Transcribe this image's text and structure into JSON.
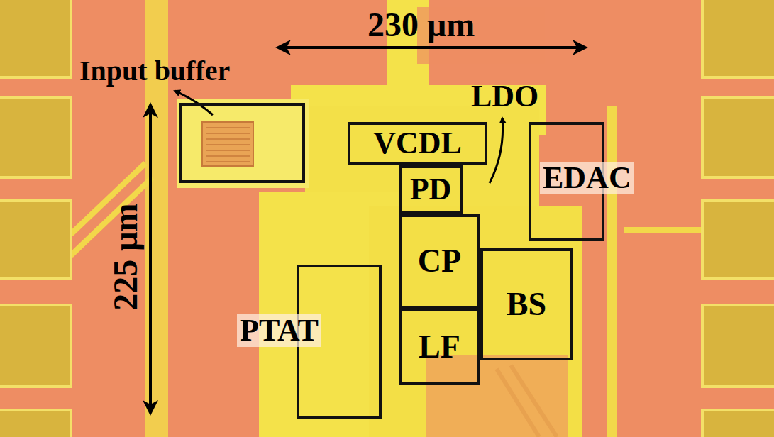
{
  "diagram": {
    "nodes": [
      {
        "text": [
          "Input buffer"
        ]
      },
      {
        "text": [
          "VCDL"
        ]
      },
      {
        "text": [
          "PD"
        ]
      },
      {
        "text": [
          "EDAC"
        ]
      },
      {
        "text": [
          "CP"
        ]
      },
      {
        "text": [
          "BS"
        ]
      },
      {
        "text": [
          "PTAT"
        ]
      },
      {
        "text": [
          "LF"
        ]
      }
    ],
    "labels": [
      "230 μm",
      "225 μm",
      "LDO"
    ]
  }
}
